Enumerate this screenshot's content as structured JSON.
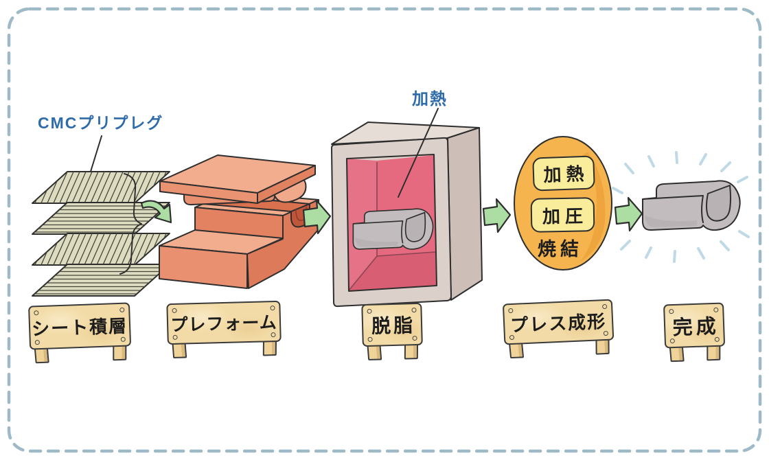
{
  "figure": {
    "labels": {
      "prepreg": "CMCプリプレグ",
      "heating": "加熱"
    },
    "steps": [
      {
        "name": "sheet-lamination",
        "sign_label": "シート積層"
      },
      {
        "name": "preform",
        "sign_label": "プレフォーム"
      },
      {
        "name": "degreasing",
        "sign_label": "脱脂"
      },
      {
        "name": "press-forming",
        "sign_label": "プレス成形"
      },
      {
        "name": "finished",
        "sign_label": "完成"
      }
    ],
    "press_oval": {
      "badge_heat": "加熱",
      "badge_pressure": "加圧",
      "caption_sinter": "焼結"
    },
    "icons": {
      "flow_arrow": "block-arrow-right-icon",
      "transform_arrow": "curved-arrow-icon",
      "grouping_brace": "curly-brace-icon",
      "shine": "shine-lines-icon"
    },
    "colors": {
      "background": "#FFFFFF",
      "border_dash": "#9FBAC7",
      "annotation_blue": "#2E6BA8",
      "arrow_green": "#ACDDA3",
      "sheet_beige": "#DEDCC0",
      "mold_salmon": "#E8906F",
      "furnace_beige": "#DCD1CA",
      "furnace_pink": "#E56A7F",
      "part_gray": "#C3BCBE",
      "oval_orange": "#F5B44E",
      "pill_yellow": "#F9EC9B",
      "sign_wood": "#F2DBA6"
    }
  }
}
